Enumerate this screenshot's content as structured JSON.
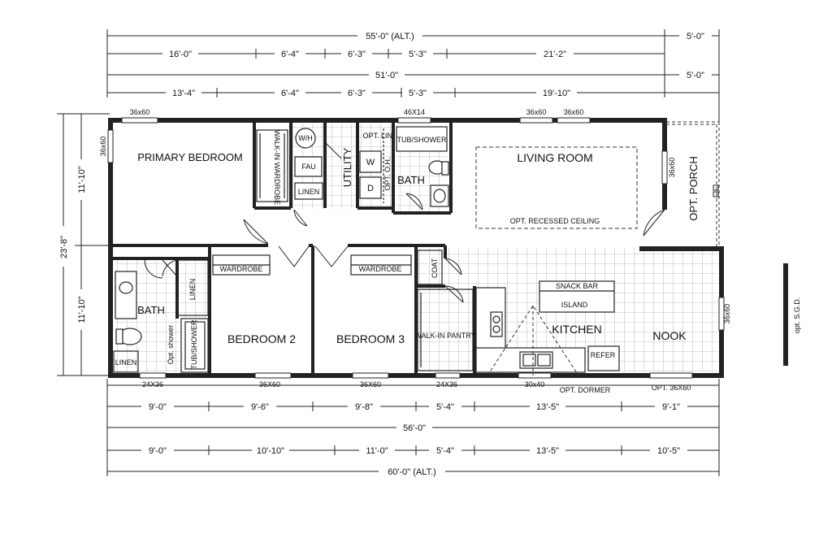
{
  "top_dims": {
    "overall_alt": "55'-0\" (ALT.)",
    "porch_top": "5'-0\"",
    "row1": [
      "16'-0\"",
      "6'-4\"",
      "6'-3\"",
      "5'-3\"",
      "21'-2\""
    ],
    "overall": "51'-0\"",
    "porch_mid": "5'-0\"",
    "row2": [
      "13'-4\"",
      "6'-4\"",
      "6'-3\"",
      "5'-3\"",
      "19'-10\""
    ]
  },
  "left_dims": {
    "overall": "23'-8\"",
    "upper": "11'-10\"",
    "lower": "11'-10\""
  },
  "bottom_dims": {
    "row1": [
      "9'-0\"",
      "9'-6\"",
      "9'-8\"",
      "5'-4\"",
      "13'-5\"",
      "9'-1\""
    ],
    "overall": "56'-0\"",
    "row2": [
      "9'-0\"",
      "10'-10\"",
      "11'-0\"",
      "5'-4\"",
      "13'-5\"",
      "10'-5\""
    ],
    "overall_alt": "60'-0\" (ALT.)"
  },
  "rooms": {
    "primary_bedroom": "PRIMARY BEDROOM",
    "walk_in_wardrobe": "WALK-IN WARDROBE",
    "wh": "W/H",
    "fau": "FAU",
    "linen": "LINEN",
    "utility": "UTILITY",
    "w": "W",
    "d": "D",
    "opt_lin": "OPT. LIN.",
    "opt_oh": "OPT. O.H.",
    "tub_shower": "TUB/SHOWER",
    "bath": "BATH",
    "living_room": "LIVING ROOM",
    "opt_recessed": "OPT. RECESSED CEILING",
    "opt_porch": "OPT. PORCH",
    "wardrobe": "WARDROBE",
    "coat": "COAT",
    "snack_bar": "SNACK BAR",
    "island": "ISLAND",
    "kitchen": "KITCHEN",
    "nook": "NOOK",
    "refer": "REFER",
    "walk_in_pantry": "WALK-IN PANTRY",
    "bedroom2": "BEDROOM 2",
    "bedroom3": "BEDROOM 3",
    "opt_shower": "Opt. shower",
    "opt_dormer": "OPT. DORMER",
    "opt_36x60": "OPT. 36X60",
    "opt_sgd": "opt. S.G.D."
  },
  "windows": {
    "w_36x60": "36x60",
    "w_46x14": "46X14",
    "w_24x36": "24X36",
    "w_36x60_caps": "36X60",
    "w_30x40": "30x40"
  }
}
